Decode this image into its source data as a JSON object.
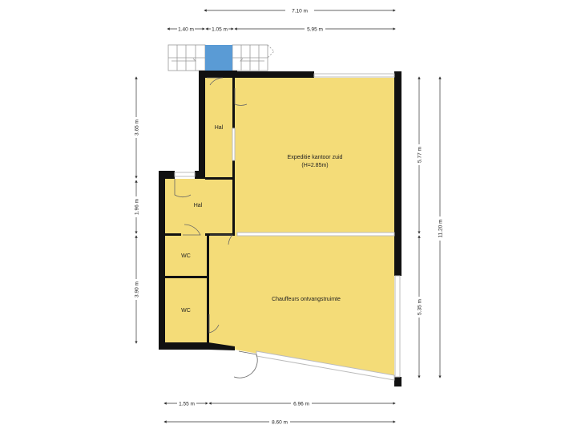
{
  "colors": {
    "floor": "#f4dc78",
    "wall": "#111111",
    "window": "#bcbcbc",
    "stair_landing": "#5a9bd5",
    "dimension_line": "#333333",
    "background": "#ffffff"
  },
  "rooms": {
    "hal_upper": "Hal",
    "expeditie_name": "Expeditie kantoor zuid",
    "expeditie_height": "(H=2.85m)",
    "hal_lower": "Hal",
    "wc_1": "WC",
    "wc_2": "WC",
    "chauffeurs": "Chauffeurs ontvangstruimte"
  },
  "dimensions": {
    "top_total": "7.10 m",
    "top_seg_1": "1.40 m",
    "top_seg_2": "1.05 m",
    "top_seg_3": "5.95 m",
    "left_1": "3.65 m",
    "left_2": "1.96 m",
    "left_3": "3.90 m",
    "right_1": "5.77 m",
    "right_2": "5.35 m",
    "right_total": "11.20 m",
    "bottom_seg_1": "1.55 m",
    "bottom_seg_2": "6.96 m",
    "bottom_total": "8.60 m"
  }
}
